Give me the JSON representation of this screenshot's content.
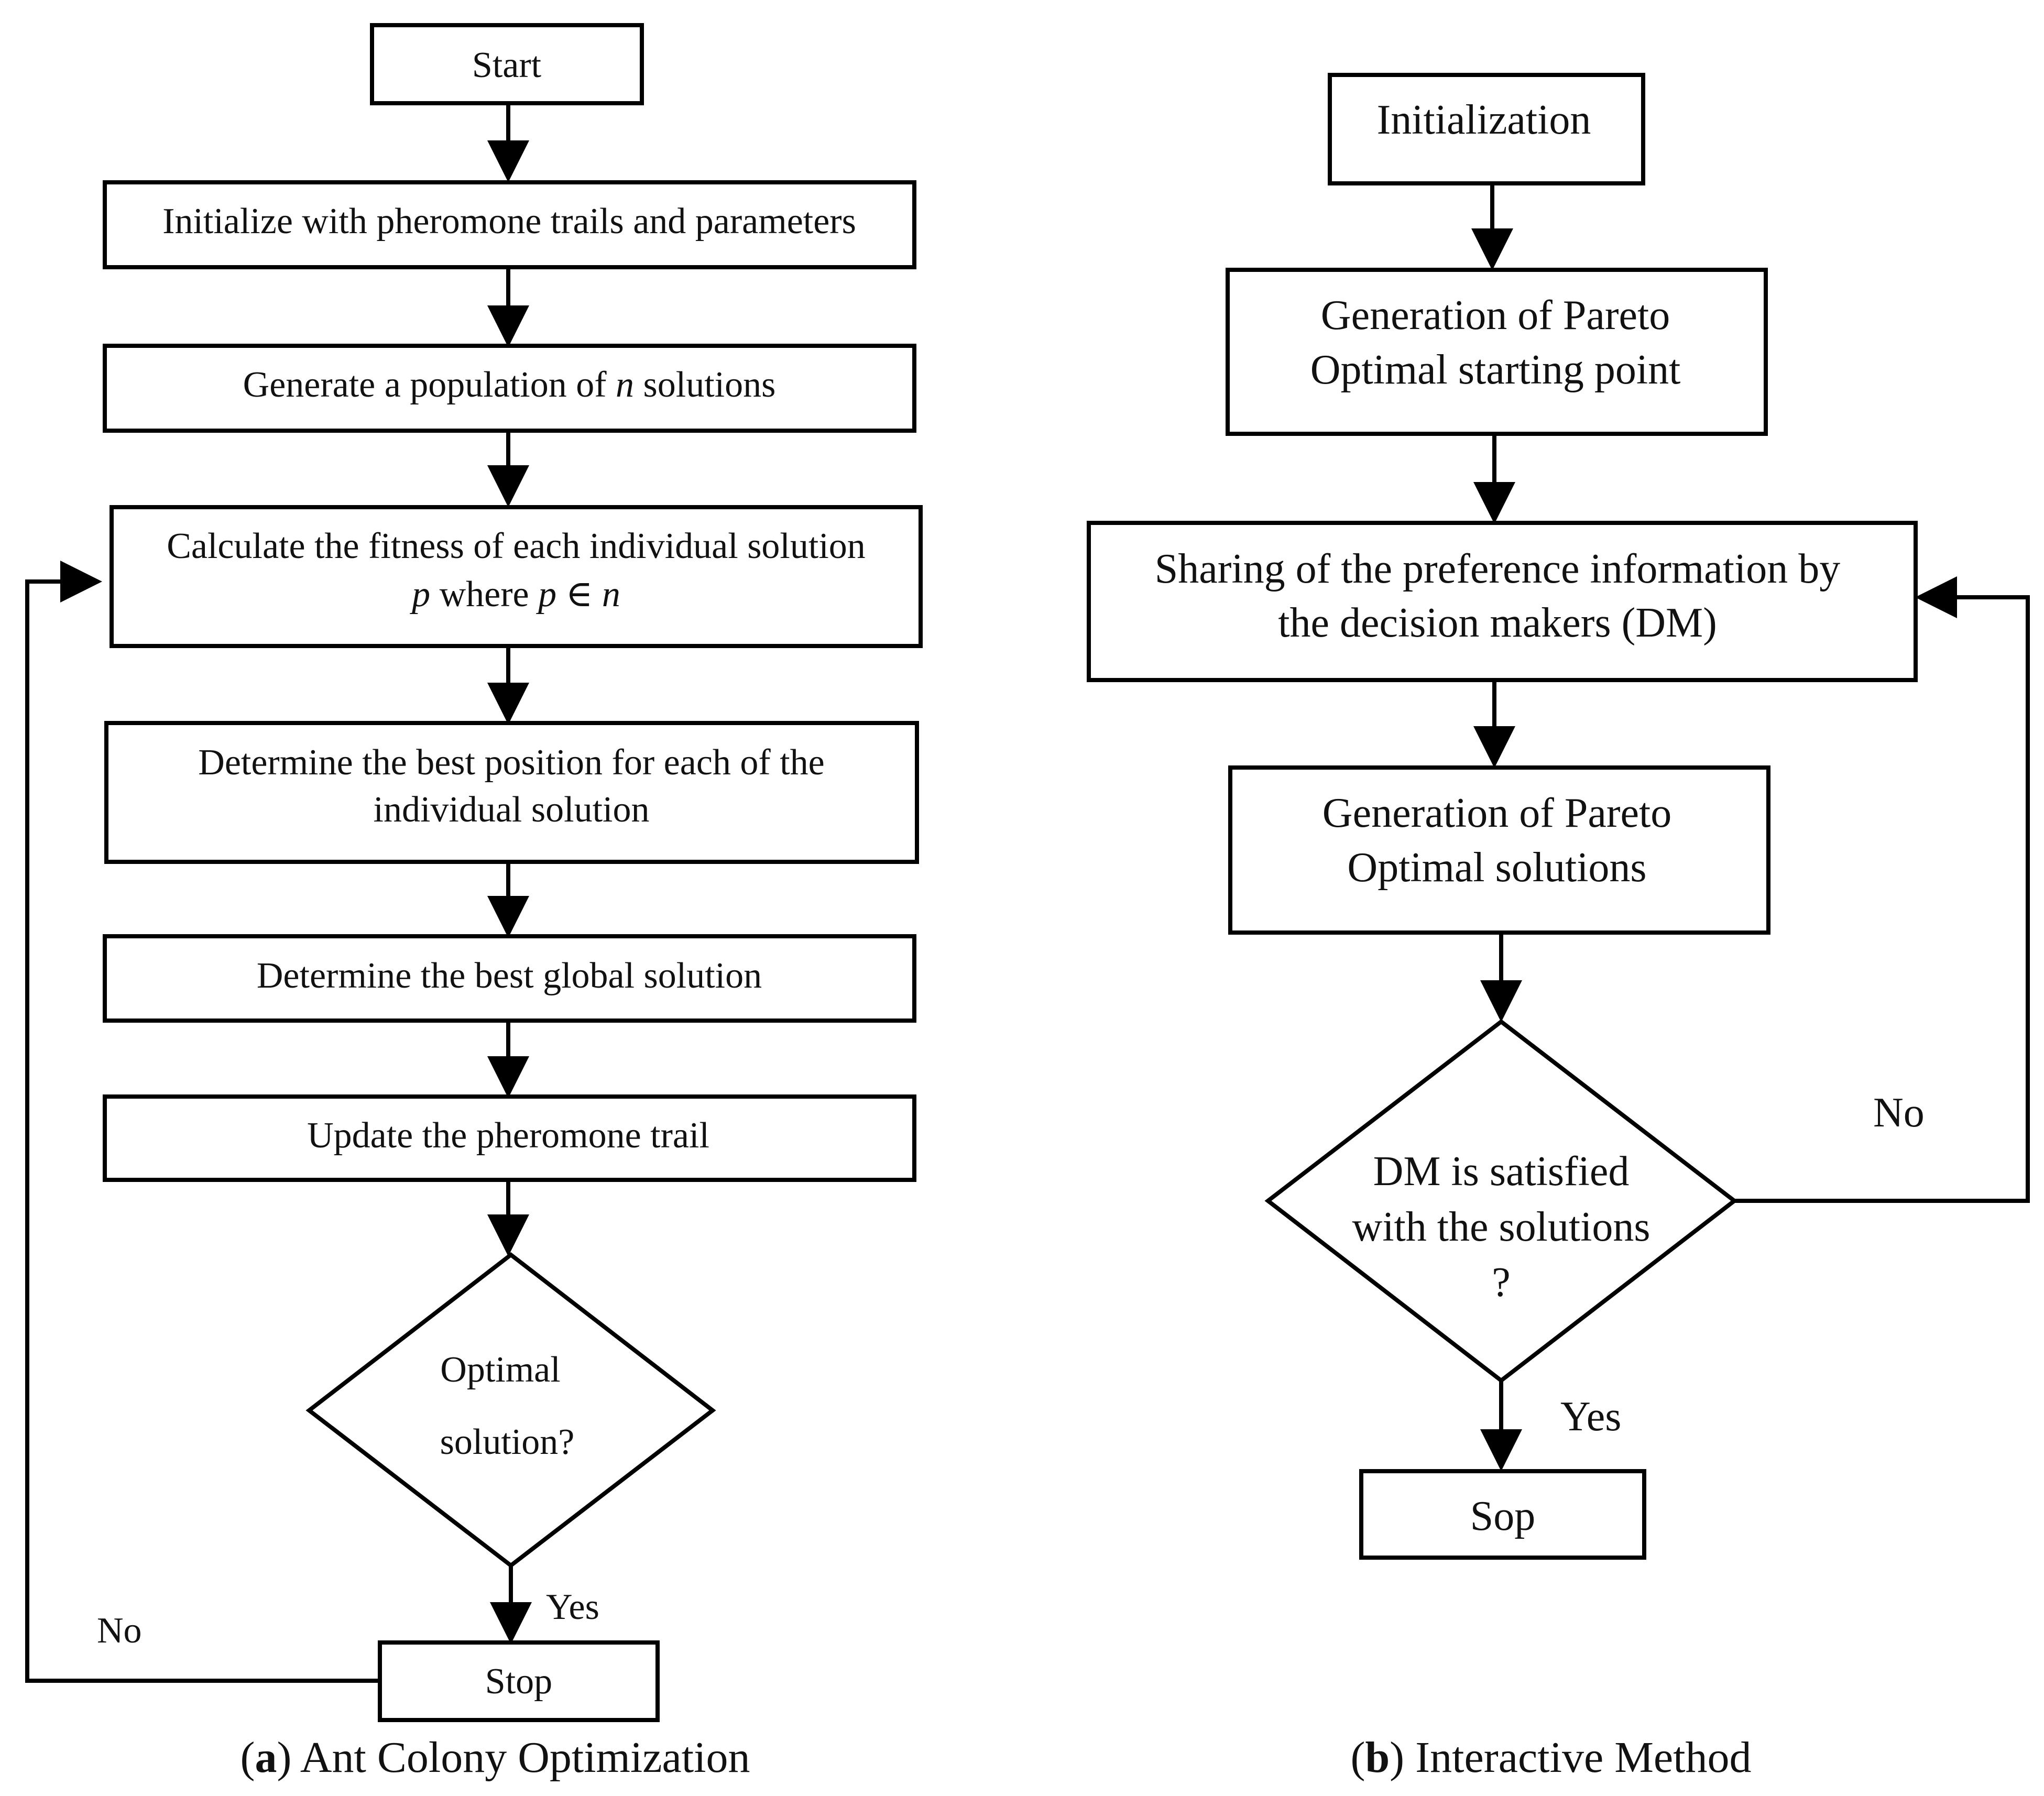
{
  "diagram_a": {
    "nodes": {
      "start": "Start",
      "init": "Initialize with pheromone trails and parameters",
      "generate_pre": "Generate a population of ",
      "generate_var": "n",
      "generate_post": " solutions",
      "fitness_line1": "Calculate the fitness of each individual solution",
      "fitness_p1": "p",
      "fitness_where": " where ",
      "fitness_p2": "p",
      "fitness_in": " ∈ ",
      "fitness_n": "n",
      "best_pos_line1": "Determine the best position for each of the",
      "best_pos_line2": "individual solution",
      "best_global": "Determine the best global solution",
      "update": "Update the pheromone trail",
      "decision_line1": "Optimal",
      "decision_line2": "solution?",
      "stop": "Stop"
    },
    "edges": {
      "yes": "Yes",
      "no": "No"
    },
    "caption_letter": "a",
    "caption_text": " Ant Colony Optimization"
  },
  "diagram_b": {
    "nodes": {
      "init": "Initialization",
      "gen_start_line1": "Generation of Pareto",
      "gen_start_line2": "Optimal starting point",
      "sharing_line1": "Sharing of the preference information by",
      "sharing_line2": "the decision makers (DM)",
      "gen_sol_line1": "Generation of Pareto",
      "gen_sol_line2": "Optimal solutions",
      "decision_line1": "DM is satisfied",
      "decision_line2": "with the solutions",
      "decision_line3": "?",
      "stop": "Sop"
    },
    "edges": {
      "yes": "Yes",
      "no": "No"
    },
    "caption_letter": "b",
    "caption_text": " Interactive Method"
  }
}
